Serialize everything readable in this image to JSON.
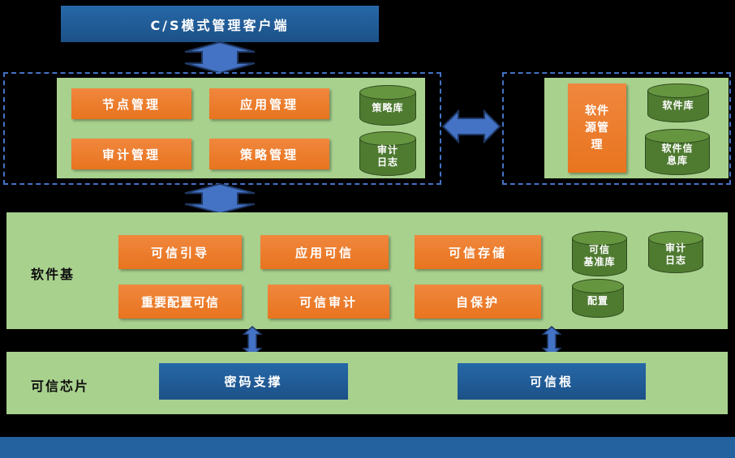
{
  "client": {
    "label": "C/S模式管理客户端"
  },
  "management": {
    "boxes": [
      {
        "label": "节点管理"
      },
      {
        "label": "应用管理"
      },
      {
        "label": "审计管理"
      },
      {
        "label": "策略管理"
      }
    ],
    "cylinders": [
      {
        "label": "策略库"
      },
      {
        "label": "审计\n日志"
      }
    ]
  },
  "software_source": {
    "box": {
      "label": "软件\n源管\n理"
    },
    "cylinders": [
      {
        "label": "软件库"
      },
      {
        "label": "软件信\n息库"
      }
    ]
  },
  "software_base": {
    "label": "软件基",
    "boxes": [
      {
        "label": "可信引导"
      },
      {
        "label": "应用可信"
      },
      {
        "label": "可信存储"
      },
      {
        "label": "重要配置可信"
      },
      {
        "label": "可信审计"
      },
      {
        "label": "自保护"
      }
    ],
    "cylinders": [
      {
        "label": "可信\n基准库"
      },
      {
        "label": "审计\n日志"
      },
      {
        "label": "配置"
      }
    ]
  },
  "chip": {
    "label": "可信芯片",
    "boxes": [
      {
        "label": "密码支撑"
      },
      {
        "label": "可信根"
      }
    ]
  },
  "colors": {
    "background": "#000000",
    "panel_green": "#A9D18E",
    "box_orange": "#ED7D31",
    "box_blue": "#1F5C99",
    "cylinder_green": "#4F7B31",
    "arrow_blue": "#4472C4",
    "dashed_border": "#4472C4",
    "bottom_bar": "#24619F"
  }
}
